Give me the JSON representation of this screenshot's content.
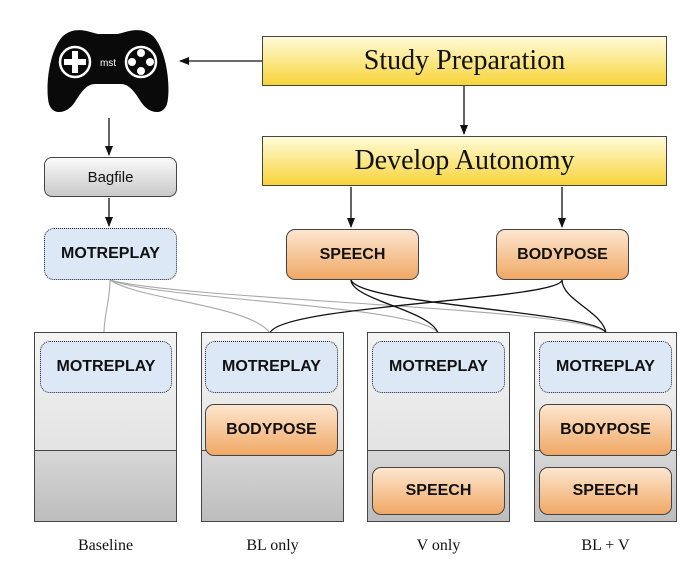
{
  "nodes": {
    "study_preparation": "Study Preparation",
    "develop_autonomy": "Develop Autonomy",
    "bagfile": "Bagfile",
    "motreplay": "MOTREPLAY",
    "speech": "SPEECH",
    "bodypose": "BODYPOSE"
  },
  "gamepad_logo": "mst",
  "conditions": [
    {
      "label": "Baseline",
      "motreplay": "MOTREPLAY"
    },
    {
      "label": "BL only",
      "motreplay": "MOTREPLAY",
      "bodypose": "BODYPOSE"
    },
    {
      "label": "V only",
      "motreplay": "MOTREPLAY",
      "speech": "SPEECH"
    },
    {
      "label": "BL + V",
      "motreplay": "MOTREPLAY",
      "bodypose": "BODYPOSE",
      "speech": "SPEECH"
    }
  ],
  "colors": {
    "autonomy_box": "#f7d43a",
    "behavior_box": "#f0a865",
    "replay_box": "#dce8f5",
    "bagfile_box": "#c9c9c9"
  }
}
